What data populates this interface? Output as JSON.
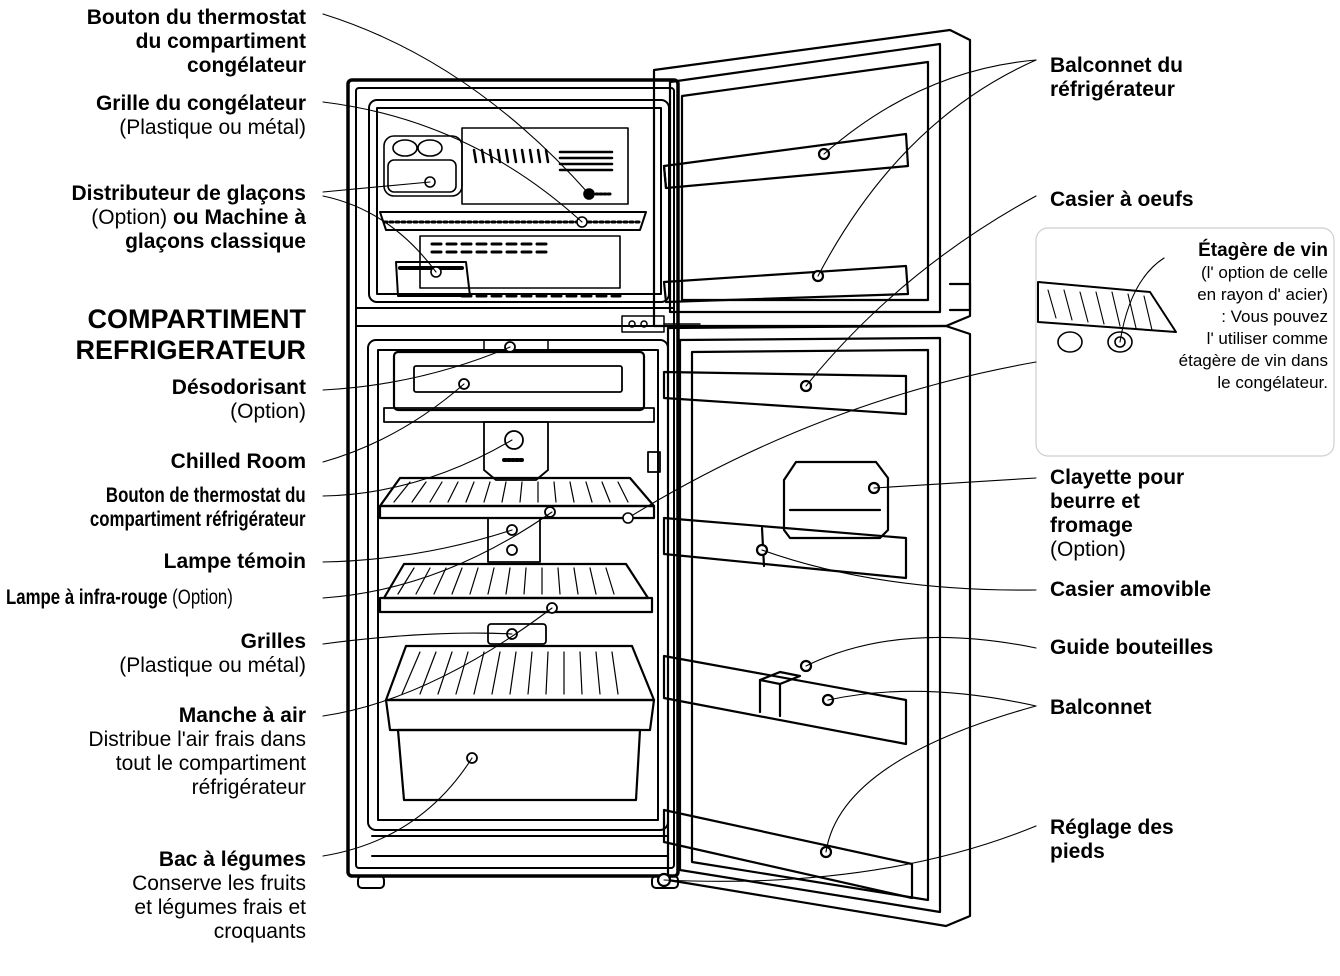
{
  "labels": {
    "thermostat_congelateur": [
      "Bouton du thermostat",
      "du compartiment",
      "congélateur"
    ],
    "grille_congelateur": {
      "bold": "Grille du congélateur",
      "normal": "(Plastique ou métal)"
    },
    "distributeur": {
      "line1": "Distributeur de glaçons",
      "line2_normal": "(Option)",
      "line2_bold": " ou  Machine à",
      "line3": "glaçons classique"
    },
    "compartiment_heading": [
      "COMPARTIMENT",
      "REFRIGERATEUR"
    ],
    "desodorisant": {
      "bold": "Désodorisant",
      "normal": "(Option)"
    },
    "chilled_room": "Chilled  Room",
    "thermostat_refrigerateur": [
      "Bouton de thermostat du",
      "compartiment réfrigérateur"
    ],
    "lampe_temoin": "Lampe témoin",
    "lampe_infra": {
      "bold": "Lampe à infra-rouge",
      "normal": " (Option)"
    },
    "grilles": {
      "bold": "Grilles",
      "normal": "(Plastique ou métal)"
    },
    "manche_air": {
      "bold": "Manche à air",
      "normal": [
        "Distribue l'air frais dans",
        "tout le compartiment",
        "réfrigérateur"
      ]
    },
    "bac_legumes": {
      "bold": "Bac à légumes",
      "normal": [
        "Conserve les fruits",
        "et légumes frais et",
        "croquants"
      ]
    },
    "balconnet_refrigerateur": [
      "Balconnet du",
      "réfrigérateur"
    ],
    "casier_oeufs": "Casier à oeufs",
    "etagere_vin": {
      "bold": "Étagère de vin",
      "normal": [
        "(l' option de celle",
        "en rayon d' acier)",
        ": Vous pouvez",
        "l' utiliser comme",
        "étagère de vin dans",
        "le congélateur."
      ]
    },
    "clayette": {
      "bold": [
        "Clayette pour",
        "beurre et",
        "fromage"
      ],
      "normal": "(Option)"
    },
    "casier_amovible": "Casier amovible",
    "guide_bouteilles": "Guide bouteilles",
    "balconnet": "Balconnet",
    "reglage_pieds": [
      "Réglage des",
      "pieds"
    ]
  }
}
